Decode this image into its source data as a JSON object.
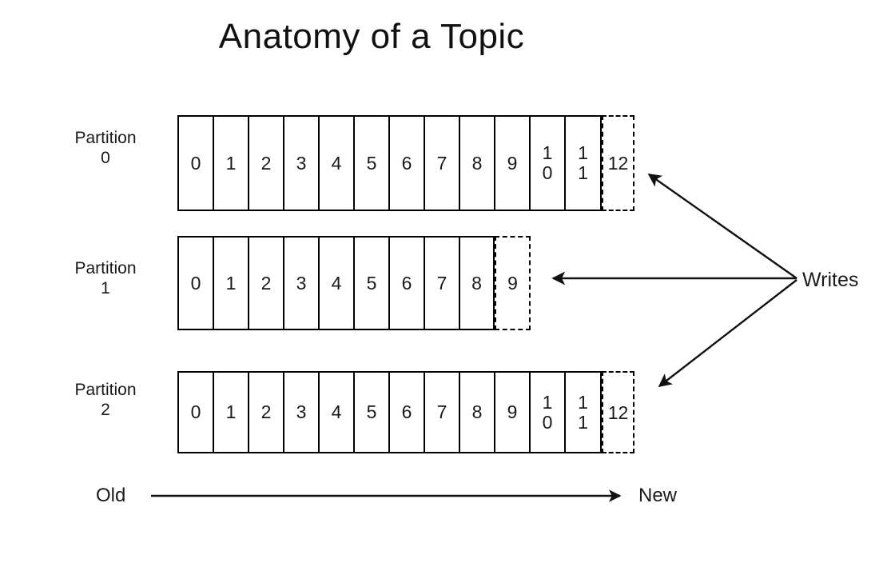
{
  "title": "Anatomy of a Topic",
  "colors": {
    "stroke": "#000000",
    "text": "#1a1a1a",
    "background": "#ffffff"
  },
  "partitions": [
    {
      "name": "Partition",
      "number": "0",
      "committed": [
        "0",
        "1",
        "2",
        "3",
        "4",
        "5",
        "6",
        "7",
        "8",
        "9",
        "10",
        "11"
      ],
      "pending": "12"
    },
    {
      "name": "Partition",
      "number": "1",
      "committed": [
        "0",
        "1",
        "2",
        "3",
        "4",
        "5",
        "6",
        "7",
        "8"
      ],
      "pending": "9"
    },
    {
      "name": "Partition",
      "number": "2",
      "committed": [
        "0",
        "1",
        "2",
        "3",
        "4",
        "5",
        "6",
        "7",
        "8",
        "9",
        "10",
        "11"
      ],
      "pending": "12"
    }
  ],
  "writes": {
    "label": "Writes"
  },
  "time_axis": {
    "old_label": "Old",
    "new_label": "New"
  }
}
